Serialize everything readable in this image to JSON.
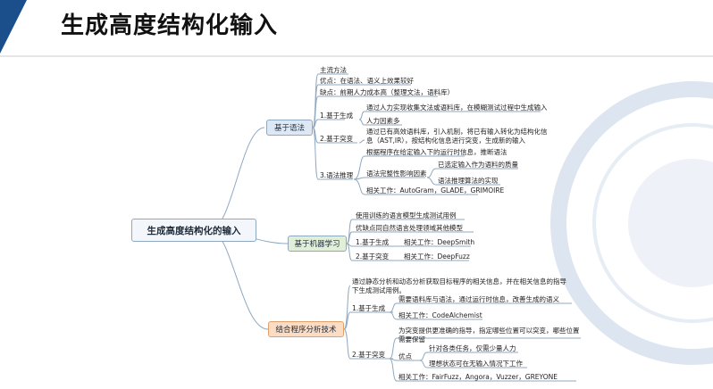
{
  "title": "生成高度结构化输入",
  "root": "生成高度结构化的输入",
  "branches": {
    "grammar": {
      "label": "基于语法",
      "top": [
        "主流方法",
        "优点：在语法、语义上效果较好",
        "缺点：前期人力成本高（整理文法，语料库）"
      ],
      "gen": {
        "label": "1.基于生成",
        "items": [
          "通过人力实现收集文法或语料库，在模糊测试过程中生成输入",
          "人力因素多"
        ]
      },
      "mut": {
        "label": "2.基于突变",
        "text": "通过已有高效语料库，引入机制，将已有输入转化为结构化信息（AST,IR），按结构化信息进行突变，生成新的输入"
      },
      "infer": {
        "label": "3.语法推理",
        "desc": "根据程序在给定输入下的运行时信息，推断语法",
        "factor": "语法完整性影响因素",
        "factor_items": [
          "已选定输入作为语料的质量",
          "语法推理算法的实现"
        ],
        "related": "相关工作：AutoGram，GLADE，GRIMOIRE"
      }
    },
    "ml": {
      "label": "基于机器学习",
      "top": [
        "使用训练的语言模型生成测试用例",
        "优缺点同自然语言处理领域其他模型"
      ],
      "gen": {
        "label": "1.基于生成",
        "related": "相关工作：DeepSmith"
      },
      "mut": {
        "label": "2.基于突变",
        "related": "相关工作：DeepFuzz"
      }
    },
    "combo": {
      "label": "结合程序分析技术",
      "top": "通过静态分析和动态分析获取目标程序的相关信息，并在相关信息的指导下生成测试用例。",
      "gen": {
        "label": "1.基于生成",
        "items": [
          "需要语料库与语法，通过运行时信息，改善生成的语义",
          "相关工作：CodeAlchemist"
        ]
      },
      "mut": {
        "label": "2.基于突变",
        "desc": "为突变提供更准确的指导，指定哪些位置可以突变，哪些位置需要保留",
        "adv": "优点",
        "adv_items": [
          "针对各类任务，仅需少量人力",
          "理想状态可在无输入情况下工作"
        ],
        "related": "相关工作：FairFuzz，Angora，Vuzzer，GREYONE"
      }
    }
  },
  "colors": {
    "accent": "#1b4f8c",
    "grammar": "#dde8f4",
    "ml": "#e2efd8",
    "combo": "#fbdcc5",
    "line": "#8fa8c2"
  }
}
